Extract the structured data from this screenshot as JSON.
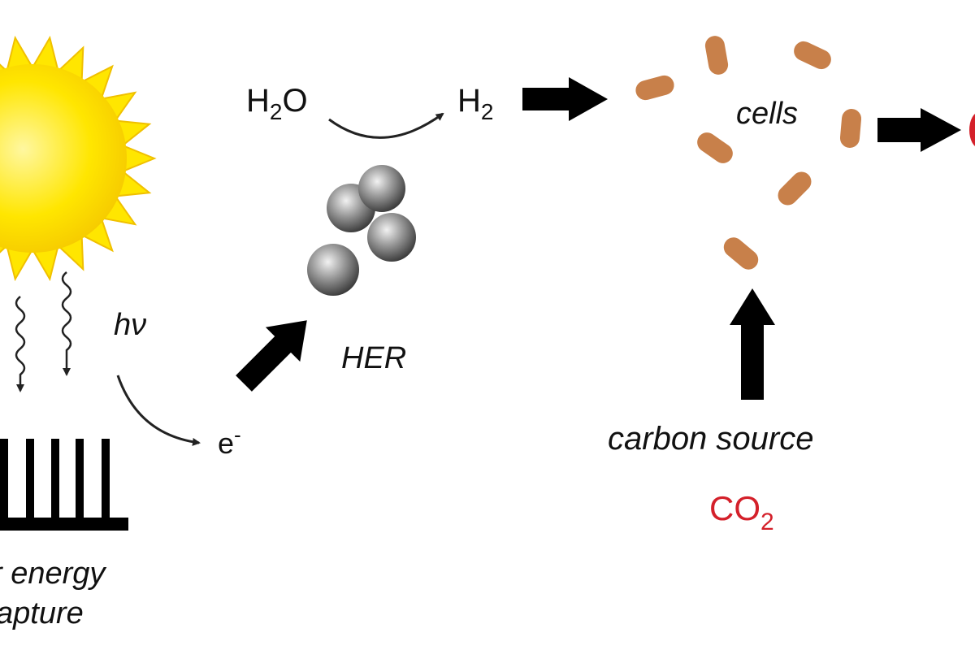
{
  "labels": {
    "h2o_main": "H",
    "h2o_sub": "2",
    "h2o_tail": "O",
    "h2_main": "H",
    "h2_sub": "2",
    "cells": "cells",
    "hv": "hν",
    "electron": "e",
    "electron_sup": "-",
    "her": "HER",
    "carbon_source": "carbon source",
    "co2_main": "CO",
    "co2_sub": "2",
    "energy_line1": "r energy",
    "energy_line2": "apture"
  },
  "colors": {
    "sun": "#ffe600",
    "cells": "#c8804a",
    "co2": "#d4202a",
    "arrows": "#000000",
    "catalyst": "#808080"
  },
  "icons": [
    "sun-icon",
    "light-wave-icon",
    "solar-electrode-icon",
    "catalyst-particles-icon",
    "bacterial-cell-icon",
    "arrow-icon"
  ]
}
